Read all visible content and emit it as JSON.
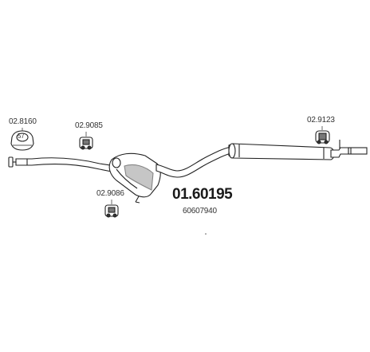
{
  "labels": {
    "part_a": "02.8160",
    "part_b": "02.9085",
    "part_c": "02.9086",
    "part_d": "02.9123",
    "clamp_size": "57"
  },
  "main_part": {
    "number": "01.60195",
    "oe_number": "60607940"
  },
  "colors": {
    "line": "#222222",
    "fill": "#ffffff",
    "shade": "#999999"
  }
}
